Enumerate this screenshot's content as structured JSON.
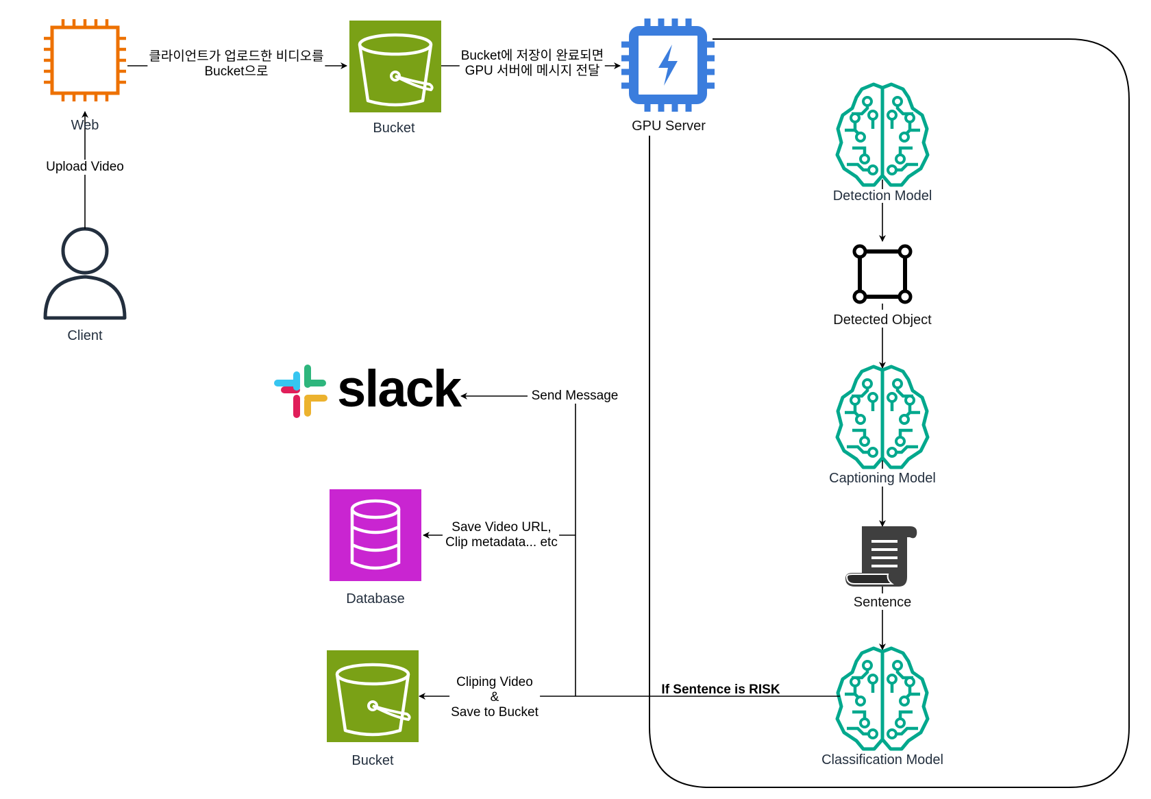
{
  "nodes": {
    "web": {
      "label": "Web",
      "icon": "ec2-instance-icon",
      "color": "#ED7100"
    },
    "client": {
      "label": "Client",
      "icon": "user-icon",
      "color": "#232F3E"
    },
    "bucket_top": {
      "label": "Bucket",
      "icon": "s3-bucket-icon",
      "color": "#7AA116"
    },
    "gpu_server": {
      "label": "GPU Server",
      "icon": "gpu-chip-icon",
      "color": "#3B7DDD"
    },
    "detection_model": {
      "label": "Detection Model",
      "icon": "ml-brain-icon",
      "color": "#01A88D"
    },
    "detected_object": {
      "label": "Detected Object",
      "icon": "bounding-box-icon",
      "color": "#000000"
    },
    "captioning_model": {
      "label": "Captioning Model",
      "icon": "ml-brain-icon",
      "color": "#01A88D"
    },
    "sentence": {
      "label": "Sentence",
      "icon": "scroll-document-icon",
      "color": "#3F3F3F"
    },
    "classification_model": {
      "label": "Classification Model",
      "icon": "ml-brain-icon",
      "color": "#01A88D"
    },
    "slack": {
      "label": "slack",
      "icon": "slack-logo-icon"
    },
    "database": {
      "label": "Database",
      "icon": "database-icon",
      "color": "#C925D1"
    },
    "bucket_bottom": {
      "label": "Bucket",
      "icon": "s3-bucket-icon",
      "color": "#7AA116"
    }
  },
  "edges": {
    "client_to_web": "Upload Video",
    "web_to_bucket": [
      "클라이언트가 업로드한 비디오를",
      "Bucket으로"
    ],
    "bucket_to_gpu": [
      "Bucket에 저장이 완료되면",
      "GPU 서버에 메시지 전달"
    ],
    "classification_branch": "If Sentence is RISK",
    "to_slack": "Send Message",
    "to_database": [
      "Save Video URL,",
      "Clip metadata... etc"
    ],
    "to_bucket": [
      "Cliping Video",
      "&",
      "Save to Bucket"
    ]
  }
}
